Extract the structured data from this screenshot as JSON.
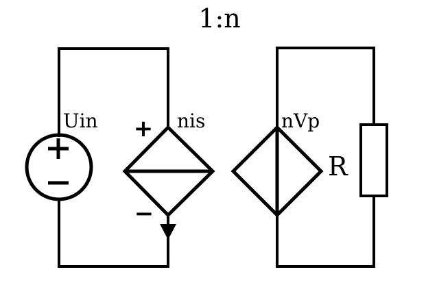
{
  "diagram": {
    "ratio_label": "1:n",
    "primary": {
      "source_label": "Uin",
      "controlled_source_label": "nis",
      "plus_sign": "+",
      "minus_sign": "−"
    },
    "secondary": {
      "controlled_source_label": "nVp",
      "load_label": "R"
    }
  }
}
